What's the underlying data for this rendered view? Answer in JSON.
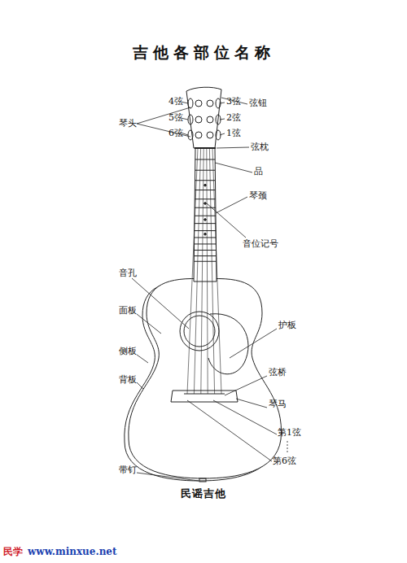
{
  "diagram": {
    "title": "吉他各部位名称",
    "caption": "民谣吉他",
    "labels": [
      "4弦",
      "3弦",
      "弦钮",
      "5弦",
      "2弦",
      "琴头",
      "6弦",
      "1弦",
      "弦枕",
      "品",
      "琴颈",
      "音位记号",
      "音孔",
      "面板",
      "侧板",
      "背板",
      "护板",
      "弦桥",
      "琴马",
      "第1弦",
      "第6弦",
      "带钉",
      "民学",
      "www.minxue.net"
    ]
  }
}
